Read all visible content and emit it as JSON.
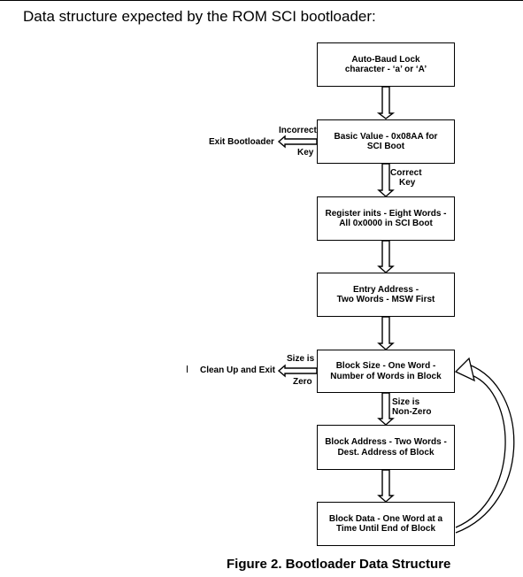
{
  "heading": "Data structure expected by the ROM SCI bootloader:",
  "caption": "Figure 2. Bootloader Data Structure",
  "boxes": {
    "autobaud": {
      "line1": "Auto-Baud Lock",
      "line2": "character - ‘a’ or ‘A’"
    },
    "keyvalue": {
      "line1": "Basic Value - 0x08AA for",
      "line2": "SCI Boot"
    },
    "reginits": {
      "line1": "Register inits - Eight Words -",
      "line2": "All 0x0000 in SCI Boot"
    },
    "entryaddr": {
      "line1": "Entry Address -",
      "line2": "Two Words - MSW First"
    },
    "blocksize": {
      "line1": "Block Size - One Word -",
      "line2": "Number of Words in Block"
    },
    "blockaddr": {
      "line1": "Block Address - Two Words -",
      "line2": "Dest. Address of Block"
    },
    "blockdata": {
      "line1": "Block Data - One Word at a",
      "line2": "Time Until End of Block"
    }
  },
  "labels": {
    "incorrect": "Incorrect",
    "key": "Key",
    "exit_bootloader": "Exit Bootloader",
    "correct": "Correct",
    "correct_key": "Key",
    "size_is_1": "Size is",
    "zero": "Zero",
    "cleanup_exit": "Clean Up and Exit",
    "size_is_2": "Size is",
    "non_zero": "Non-Zero"
  }
}
